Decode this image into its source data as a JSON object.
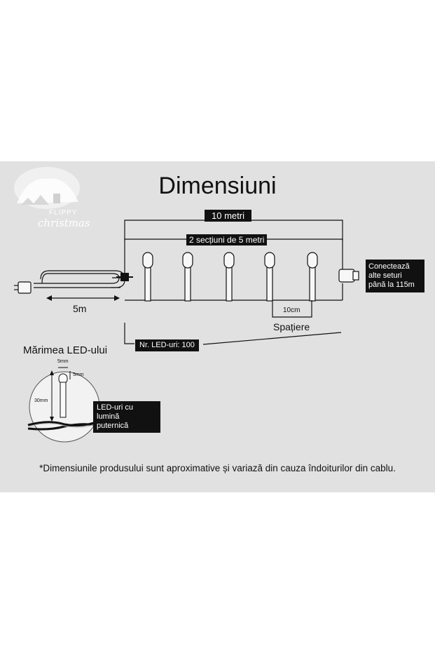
{
  "title": "Dimensiuni",
  "logo": {
    "line1": "FLIPPY",
    "line2": "christmas"
  },
  "total_length": "10 metri",
  "sections": "2 secțiuni de 5 metri",
  "connect_note": [
    "Conectează",
    "alte seturi",
    "până la 115m"
  ],
  "cable_length": "5m",
  "spacing_value": "10cm",
  "spacing_label": "Spațiere",
  "led_count": "Nr. LED-uri: 100",
  "led_size": {
    "heading": "Mărimea LED-ului",
    "width": "5mm",
    "head": "5mm",
    "height": "30mm",
    "bright_label": [
      "LED-uri cu lumină",
      "puternică"
    ]
  },
  "footnote": "*Dimensiunile produsului sunt aproximative și variază din cauza îndoiturilor din cablu.",
  "colors": {
    "panel": "#e1e1e1",
    "dark": "#111111",
    "led": "#f7f7f7"
  }
}
